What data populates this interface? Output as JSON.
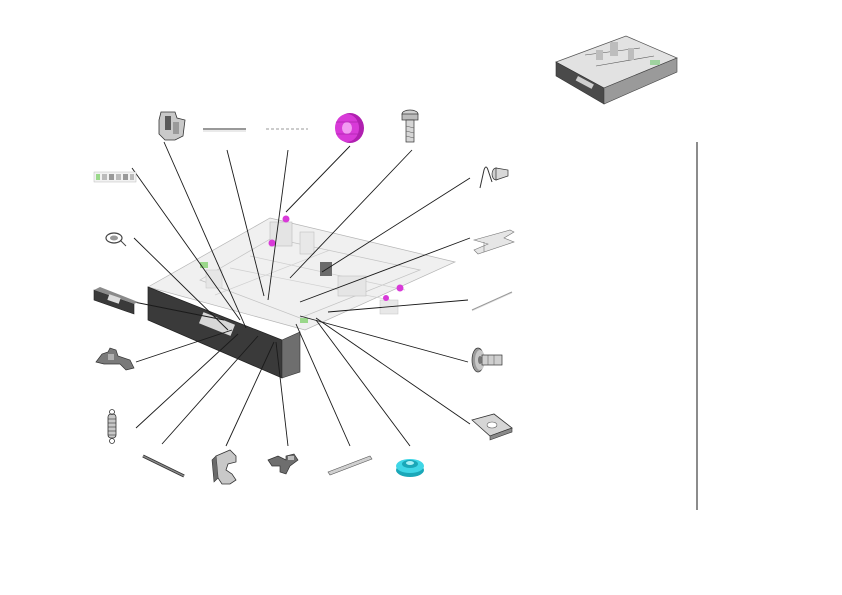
{
  "diagram": {
    "type": "exploded-parts-view",
    "subject": "paper-tray-assembly",
    "labels": [],
    "colors": {
      "background": "#ffffff",
      "line": "#1a1a1a",
      "part_gray": "#c8c8c8",
      "part_dark": "#5a5a5a",
      "tray_frame": "#e6e6e6",
      "tray_front": "#3a3a3a",
      "magenta_part": "#d83ad8",
      "cyan_part": "#3fd6e6",
      "green_accent": "#9ad88a"
    },
    "parts": [
      {
        "id": "latch-clip",
        "icon": "latch-clip-icon"
      },
      {
        "id": "thin-rod-left",
        "icon": "thin-rod-icon"
      },
      {
        "id": "thin-rod-right",
        "icon": "thin-rod-icon"
      },
      {
        "id": "magenta-gear",
        "icon": "gear-icon"
      },
      {
        "id": "shoulder-screw-top",
        "icon": "screw-icon"
      },
      {
        "id": "label-strip",
        "icon": "label-strip-icon"
      },
      {
        "id": "torsion-spring-small",
        "icon": "spring-icon"
      },
      {
        "id": "front-handle",
        "icon": "handle-icon"
      },
      {
        "id": "lever-bracket",
        "icon": "bracket-icon"
      },
      {
        "id": "extension-spring",
        "icon": "spring-icon"
      },
      {
        "id": "pin-rod",
        "icon": "rod-icon"
      },
      {
        "id": "c-clip",
        "icon": "c-clip-icon"
      },
      {
        "id": "small-lever",
        "icon": "lever-icon"
      },
      {
        "id": "flat-bar",
        "icon": "bar-icon"
      },
      {
        "id": "cyan-gear",
        "icon": "gear-icon"
      },
      {
        "id": "wire-spring",
        "icon": "wire-spring-icon"
      },
      {
        "id": "guide-bracket",
        "icon": "bracket-icon"
      },
      {
        "id": "long-pin",
        "icon": "pin-icon"
      },
      {
        "id": "shoulder-screw-right",
        "icon": "screw-icon"
      },
      {
        "id": "flat-plate",
        "icon": "plate-icon"
      }
    ]
  }
}
